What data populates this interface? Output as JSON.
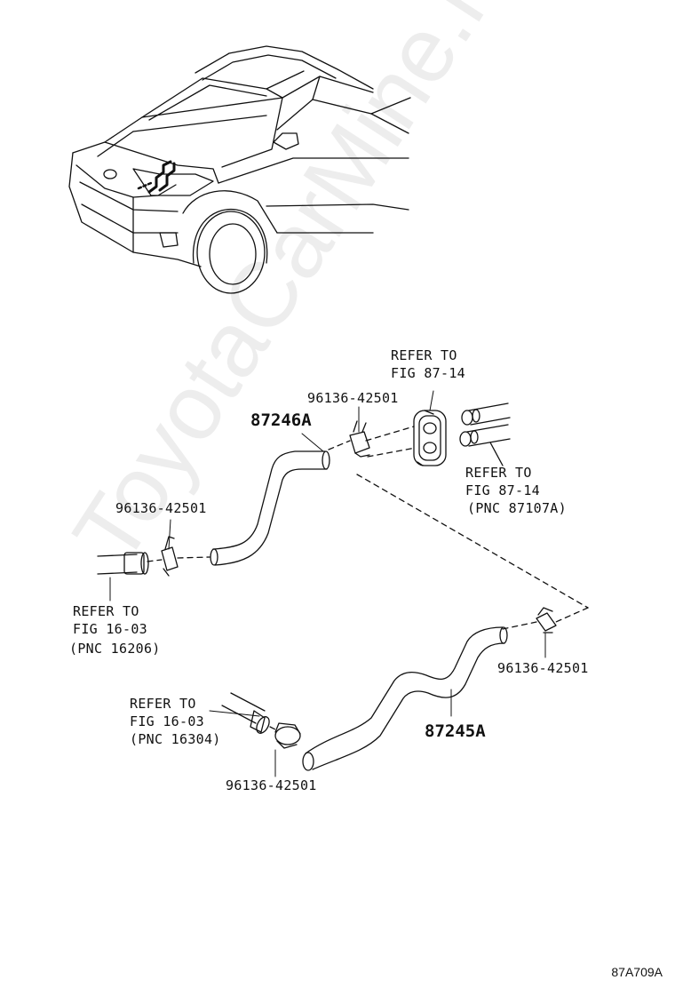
{
  "watermark": "ToyotaCarMine.ru",
  "part_numbers": {
    "upper_hose": "87246A",
    "lower_hose": "87245A"
  },
  "clamp_labels": {
    "clamp_top": "96136-42501",
    "clamp_left": "96136-42501",
    "clamp_right": "96136-42501",
    "clamp_bottom": "96136-42501"
  },
  "refs": {
    "ref_fig_87_14_grommet": {
      "line1": "REFER TO",
      "line2": "FIG 87-14"
    },
    "ref_fig_87_14_pipes": {
      "line1": "REFER TO",
      "line2": "FIG 87-14",
      "line3": "(PNC 87107A)"
    },
    "ref_fig_16_03_upper": {
      "line1": "REFER TO",
      "line2": "FIG 16-03",
      "line3": "(PNC 16206)"
    },
    "ref_fig_16_03_lower": {
      "line1": "REFER TO",
      "line2": "FIG 16-03",
      "line3": "(PNC 16304)"
    }
  },
  "diagram_code": "87A709A",
  "colors": {
    "ink": "#111111",
    "watermark": "#e6e6e6"
  }
}
